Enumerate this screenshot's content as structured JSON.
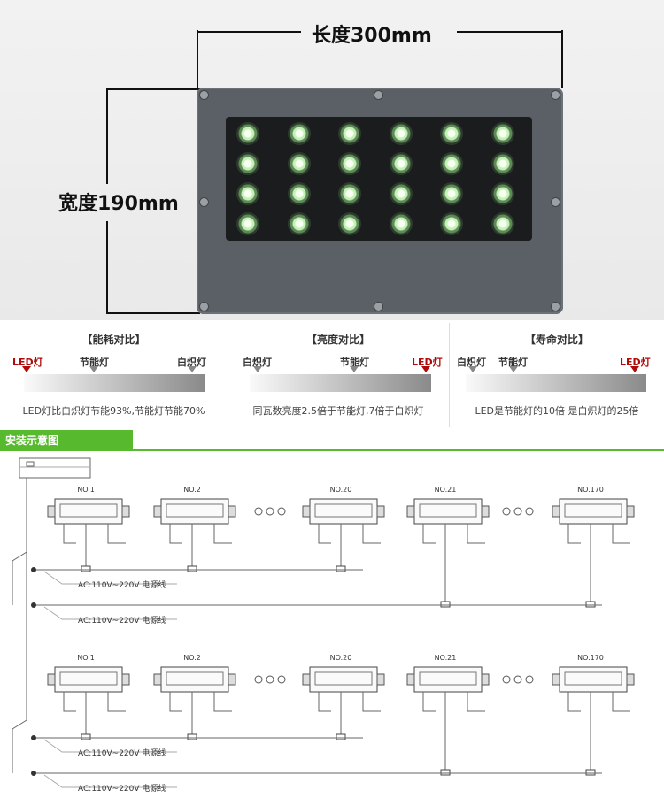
{
  "dimensions": {
    "length": "长度300mm",
    "width": "宽度190mm"
  },
  "comparisons": [
    {
      "title": "【能耗对比】",
      "labels": [
        "LED灯",
        "节能灯",
        "白炽灯"
      ],
      "desc": "LED灯比白炽灯节能93%,节能灯节能70%"
    },
    {
      "title": "【亮度对比】",
      "labels": [
        "白炽灯",
        "节能灯",
        "LED灯"
      ],
      "desc": "同瓦数亮度2.5倍于节能灯,7倍于白炽灯"
    },
    {
      "title": "【寿命对比】",
      "labels": [
        "白炽灯",
        "节能灯",
        "LED灯"
      ],
      "desc": "LED是节能灯的10倍 是白炽灯的25倍"
    }
  ],
  "section_title": "安装示意图",
  "fixtures": [
    "NO.1",
    "NO.2",
    "NO.20",
    "NO.21",
    "NO.170"
  ],
  "power_label": "AC:110V~220V  电源线",
  "colors": {
    "accent": "#57b92d",
    "highlight": "#b10a0a"
  }
}
